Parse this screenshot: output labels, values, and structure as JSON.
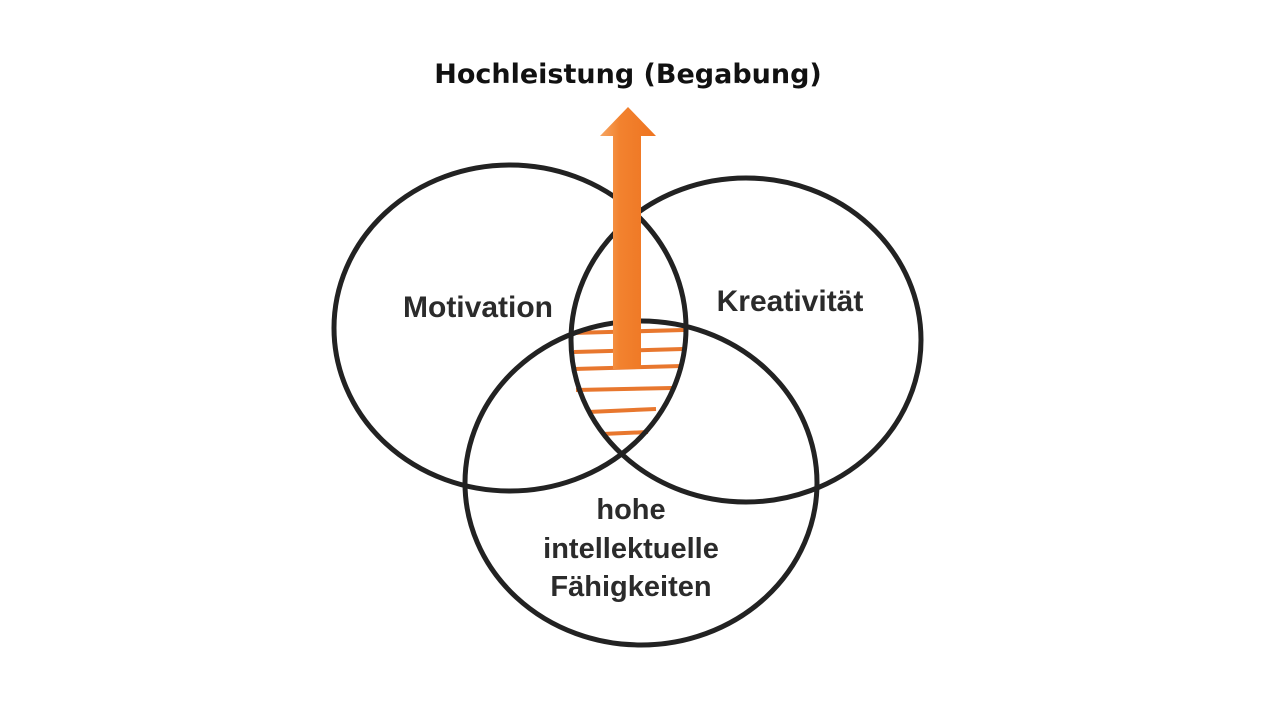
{
  "title": "Hochleistung (Begabung)",
  "circles": {
    "left": {
      "label": "Motivation"
    },
    "right": {
      "label": "Kreativität"
    },
    "bottom": {
      "label_lines": [
        "hohe",
        "intellektuelle",
        "Fähigkeiten"
      ]
    }
  },
  "arrow": {
    "direction": "up",
    "color": "#F07A26"
  },
  "intersection_hatch": {
    "color": "#E8772E",
    "line_count": 6
  },
  "colors": {
    "stroke": "#222222",
    "accent": "#F07A26"
  }
}
